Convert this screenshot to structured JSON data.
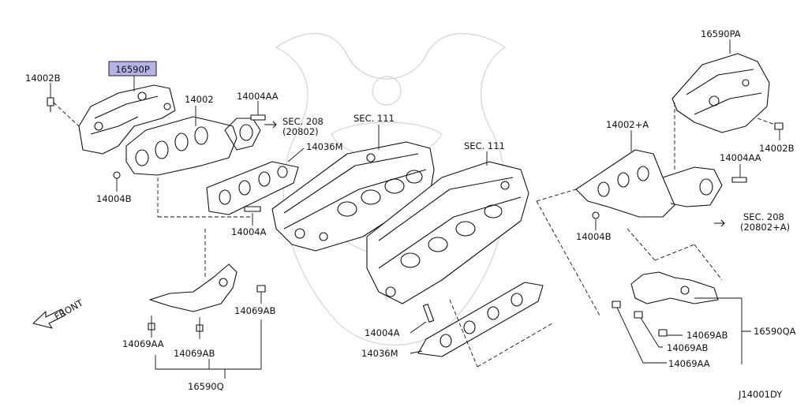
{
  "diagram": {
    "code": "J14001DY",
    "front_label": "FRONT",
    "highlight_color": "#b3b3e8",
    "labels": {
      "p_16590P": "16590P",
      "p_16590PA": "16590PA",
      "p_14002B_left": "14002B",
      "p_14002B_right": "14002B",
      "p_14002": "14002",
      "p_14002A": "14002+A",
      "p_14004AA_top": "14004AA",
      "p_14004AA_right": "14004AA",
      "p_sec208_left": "SEC. 208",
      "p_sec208_left_ref": "(20802)",
      "p_sec208_right": "SEC. 208",
      "p_sec208_right_ref": "(20802+A)",
      "p_sec111_a": "SEC. 111",
      "p_sec111_b": "SEC. 111",
      "p_14036M_top": "14036M",
      "p_14036M_bottom": "14036M",
      "p_14004B_left": "14004B",
      "p_14004B_right": "14004B",
      "p_14004A_left": "14004A",
      "p_14004A_bottom": "14004A",
      "p_14069AB_left": "14069AB",
      "p_14069AB_mid": "14069AB",
      "p_14069AA_left": "14069AA",
      "p_16590Q": "16590Q",
      "p_14069AB_r1": "14069AB",
      "p_14069AB_r2": "14069AB",
      "p_14069AA_right": "14069AA",
      "p_16590QA": "16590QA"
    }
  }
}
